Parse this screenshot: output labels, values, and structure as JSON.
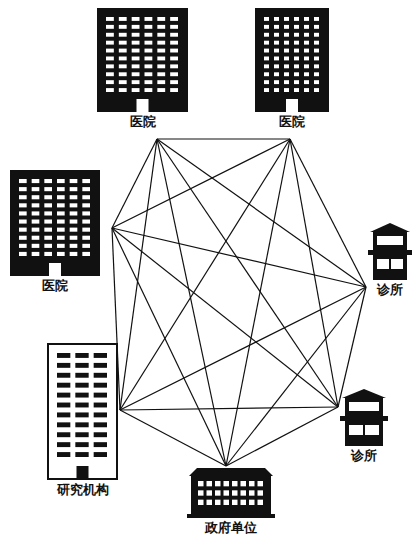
{
  "diagram": {
    "nodes": [
      {
        "text": [
          "医院"
        ]
      },
      {
        "text": [
          "医院"
        ]
      },
      {
        "text": [
          "医院"
        ]
      },
      {
        "text": [
          "诊所"
        ]
      },
      {
        "text": [
          "诊所"
        ]
      },
      {
        "text": [
          "研究机构"
        ]
      },
      {
        "text": [
          "政府单位"
        ]
      }
    ],
    "edges": [
      {
        "from": 0,
        "to": 1,
        "arrow": "none"
      },
      {
        "from": 0,
        "to": 2,
        "arrow": "none"
      },
      {
        "from": 0,
        "to": 3,
        "arrow": "none"
      },
      {
        "from": 0,
        "to": 4,
        "arrow": "none"
      },
      {
        "from": 0,
        "to": 5,
        "arrow": "none"
      },
      {
        "from": 0,
        "to": 6,
        "arrow": "none"
      },
      {
        "from": 1,
        "to": 2,
        "arrow": "none"
      },
      {
        "from": 1,
        "to": 3,
        "arrow": "none"
      },
      {
        "from": 1,
        "to": 4,
        "arrow": "none"
      },
      {
        "from": 1,
        "to": 5,
        "arrow": "none"
      },
      {
        "from": 1,
        "to": 6,
        "arrow": "none"
      },
      {
        "from": 2,
        "to": 3,
        "arrow": "none"
      },
      {
        "from": 2,
        "to": 4,
        "arrow": "none"
      },
      {
        "from": 2,
        "to": 5,
        "arrow": "none"
      },
      {
        "from": 2,
        "to": 6,
        "arrow": "none"
      },
      {
        "from": 3,
        "to": 4,
        "arrow": "none"
      },
      {
        "from": 3,
        "to": 5,
        "arrow": "none"
      },
      {
        "from": 3,
        "to": 6,
        "arrow": "none"
      },
      {
        "from": 4,
        "to": 5,
        "arrow": "none"
      },
      {
        "from": 4,
        "to": 6,
        "arrow": "none"
      },
      {
        "from": 5,
        "to": 6,
        "arrow": "none"
      }
    ]
  }
}
